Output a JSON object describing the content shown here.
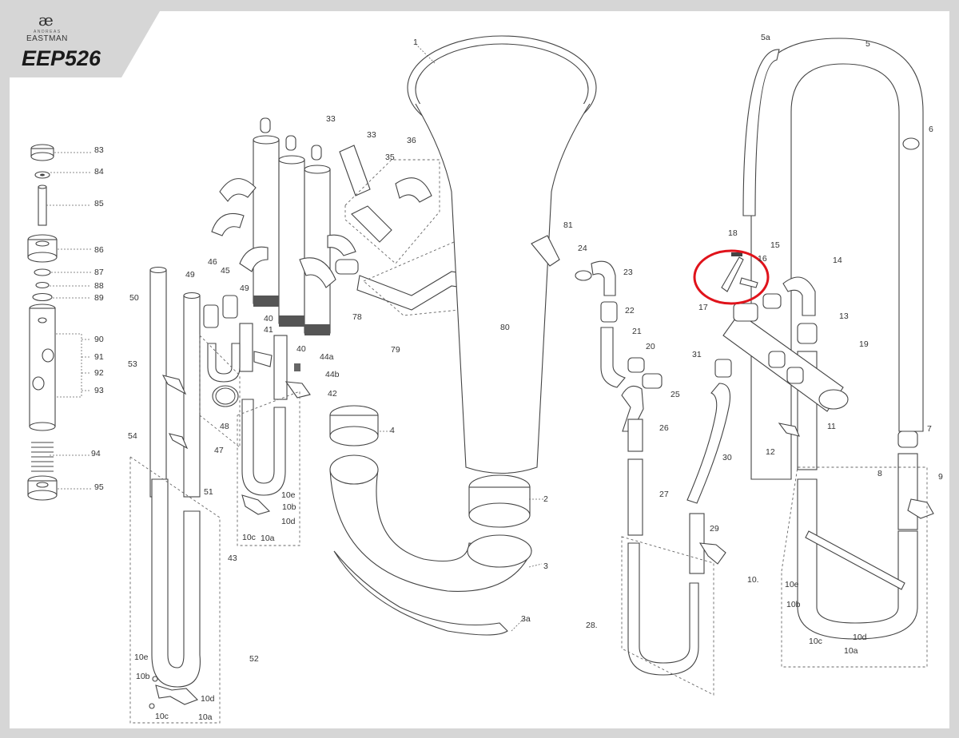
{
  "brand": {
    "logo_mark": "æ",
    "small_text": "ANDREAS",
    "name": "EASTMAN",
    "model": "EEP526"
  },
  "highlight": {
    "color": "#e0131b",
    "target_part": "17"
  },
  "labels": [
    "1",
    "2",
    "3",
    "3a",
    "4",
    "5",
    "5a",
    "6",
    "7",
    "8",
    "9",
    "10.",
    "10a",
    "10b",
    "10c",
    "10d",
    "10e",
    "11",
    "12",
    "13",
    "14",
    "15",
    "16",
    "17",
    "18",
    "19",
    "20",
    "21",
    "22",
    "23",
    "24",
    "25",
    "26",
    "27",
    "28.",
    "29",
    "30",
    "31",
    "33",
    "35",
    "36",
    "40",
    "41",
    "42",
    "43",
    "44a",
    "44b",
    "45",
    "46",
    "47",
    "48",
    "49",
    "50",
    "51",
    "52",
    "53",
    "54",
    "78",
    "79",
    "80",
    "81",
    "83",
    "84",
    "85",
    "86",
    "87",
    "88",
    "89",
    "90",
    "91",
    "92",
    "93",
    "94",
    "95"
  ]
}
